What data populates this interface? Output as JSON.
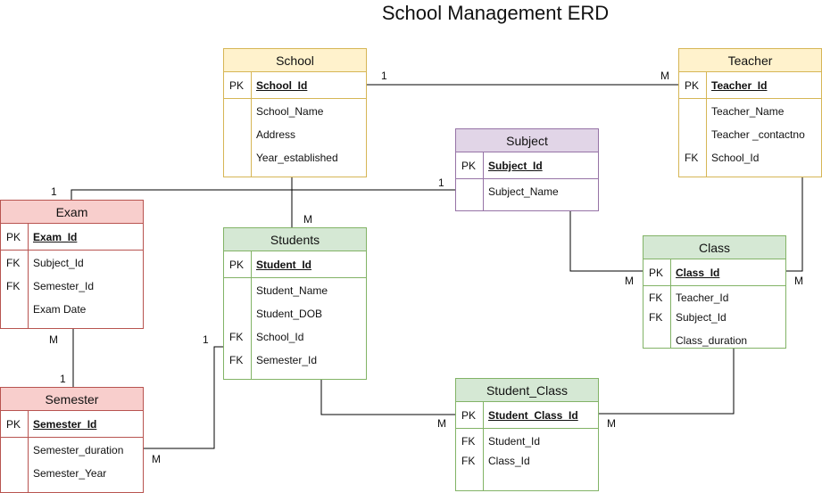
{
  "diagram": {
    "title": "School Management ERD",
    "entities": {
      "school": {
        "name": "School",
        "color": "yellow",
        "pk": {
          "key": "PK",
          "name": "School_Id"
        },
        "fields": [
          {
            "key": "",
            "name": "School_Name"
          },
          {
            "key": "",
            "name": "Address"
          },
          {
            "key": "",
            "name": "Year_established"
          }
        ]
      },
      "teacher": {
        "name": "Teacher",
        "color": "yellow",
        "pk": {
          "key": "PK",
          "name": "Teacher_Id"
        },
        "fields": [
          {
            "key": "",
            "name": "Teacher_Name"
          },
          {
            "key": "",
            "name": "Teacher _contactno"
          },
          {
            "key": "FK",
            "name": "School_Id"
          }
        ]
      },
      "subject": {
        "name": "Subject",
        "color": "purple",
        "pk": {
          "key": "PK",
          "name": "Subject_Id"
        },
        "fields": [
          {
            "key": "",
            "name": "Subject_Name"
          }
        ]
      },
      "exam": {
        "name": "Exam",
        "color": "red",
        "pk": {
          "key": "PK",
          "name": "Exam_Id"
        },
        "fields": [
          {
            "key": "FK",
            "name": "Subject_Id"
          },
          {
            "key": "FK",
            "name": "Semester_Id"
          },
          {
            "key": "",
            "name": "Exam Date"
          }
        ]
      },
      "students": {
        "name": "Students",
        "color": "green",
        "pk": {
          "key": "PK",
          "name": "Student_Id"
        },
        "fields": [
          {
            "key": "",
            "name": "Student_Name"
          },
          {
            "key": "",
            "name": "Student_DOB"
          },
          {
            "key": "FK",
            "name": "School_Id"
          },
          {
            "key": "FK",
            "name": "Semester_Id"
          }
        ]
      },
      "class": {
        "name": "Class",
        "color": "green",
        "pk": {
          "key": "PK",
          "name": "Class_Id"
        },
        "fields": [
          {
            "key": "FK",
            "name": "Teacher_Id"
          },
          {
            "key": "FK",
            "name": "Subject_Id"
          },
          {
            "key": "",
            "name": "Class_duration"
          }
        ]
      },
      "semester": {
        "name": "Semester",
        "color": "red",
        "pk": {
          "key": "PK",
          "name": "Semester_Id"
        },
        "fields": [
          {
            "key": "",
            "name": "Semester_duration"
          },
          {
            "key": "",
            "name": "Semester_Year"
          }
        ]
      },
      "student_class": {
        "name": "Student_Class",
        "color": "green",
        "pk": {
          "key": "PK",
          "name": "Student_Class_Id"
        },
        "fields": [
          {
            "key": "FK",
            "name": "Student_Id"
          },
          {
            "key": "FK",
            "name": "Class_Id"
          }
        ]
      }
    },
    "relationships": [
      {
        "id": "school-teacher",
        "from": "School",
        "to": "Teacher",
        "from_card": "1",
        "to_card": "M"
      },
      {
        "id": "subject-exam",
        "from": "Subject",
        "to": "Exam",
        "from_card": "1",
        "to_card": "1"
      },
      {
        "id": "school-students",
        "from": "School",
        "to": "Students",
        "to_card": "M"
      },
      {
        "id": "exam-semester",
        "from": "Exam",
        "to": "Semester",
        "from_card": "M",
        "to_card": "1"
      },
      {
        "id": "students-semester",
        "from": "Students",
        "to": "Semester",
        "from_card": "1",
        "to_card": "M"
      },
      {
        "id": "subject-class",
        "from": "Subject",
        "to": "Class",
        "to_card": "M"
      },
      {
        "id": "teacher-class",
        "from": "Teacher",
        "to": "Class",
        "to_card": "M"
      },
      {
        "id": "students-student-class",
        "from": "Students",
        "to": "Student_Class",
        "to_card": "M"
      },
      {
        "id": "class-student-class",
        "from": "Class",
        "to": "Student_Class",
        "to_card": "M"
      }
    ]
  }
}
